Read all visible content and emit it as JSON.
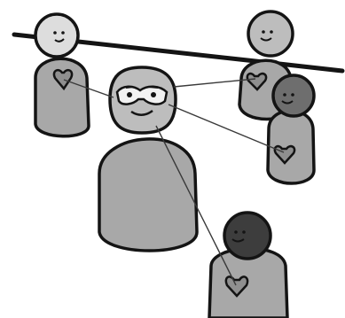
{
  "colors": {
    "background": "#ffffff",
    "outline": "#141414",
    "body_gray": "#a8a8a8",
    "light_head": "#dddddd",
    "mid_head": "#bdbdbd",
    "dark_head": "#6e6e6e",
    "darkest_head": "#3d3d3d",
    "heart": "#8f8f8f",
    "string": "#3a3a3a",
    "mask": "#f2f2f2"
  },
  "figures": [
    {
      "id": "figure-top-left",
      "head_shade": "light",
      "expression": "smile"
    },
    {
      "id": "figure-top-right",
      "head_shade": "mid",
      "expression": "smile"
    },
    {
      "id": "figure-center-masked",
      "head_shade": "mid",
      "expression": "smile",
      "accessory": "masked-glasses"
    },
    {
      "id": "figure-right-dark",
      "head_shade": "dark",
      "expression": "smile"
    },
    {
      "id": "figure-bottom-dark",
      "head_shade": "darkest",
      "expression": "smile"
    }
  ],
  "icons": [
    "heart-icon",
    "mask-icon"
  ]
}
